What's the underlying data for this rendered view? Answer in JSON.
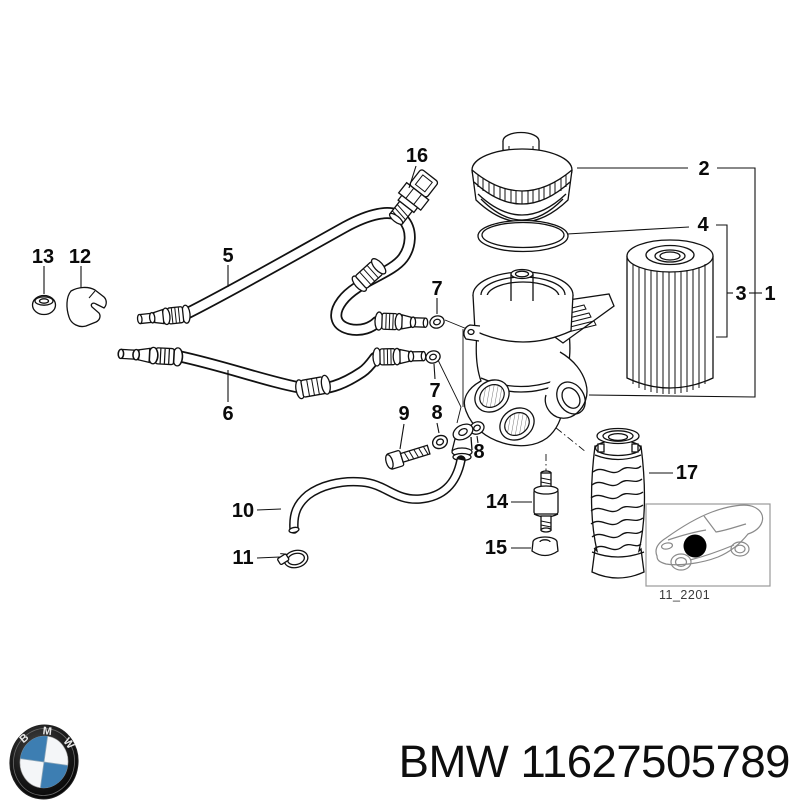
{
  "diagram": {
    "labels": {
      "n1": "1",
      "n2": "2",
      "n3": "3",
      "n4": "4",
      "n5": "5",
      "n6": "6",
      "n7a": "7",
      "n7b": "7",
      "n8a": "8",
      "n8b": "8",
      "n9": "9",
      "n10": "10",
      "n11": "11",
      "n12": "12",
      "n13": "13",
      "n14": "14",
      "n15": "15",
      "n16": "16",
      "n17": "17"
    },
    "inset": {
      "caption": "11_2201"
    }
  },
  "footer": {
    "text": "BMW 11627505789",
    "logo": {
      "letters": [
        "B",
        "M",
        "W"
      ],
      "blue": "#3D7EB2"
    }
  },
  "colors": {
    "line": "#111111",
    "inset_line": "#8a8a8a",
    "text": "#0e0e0e"
  }
}
